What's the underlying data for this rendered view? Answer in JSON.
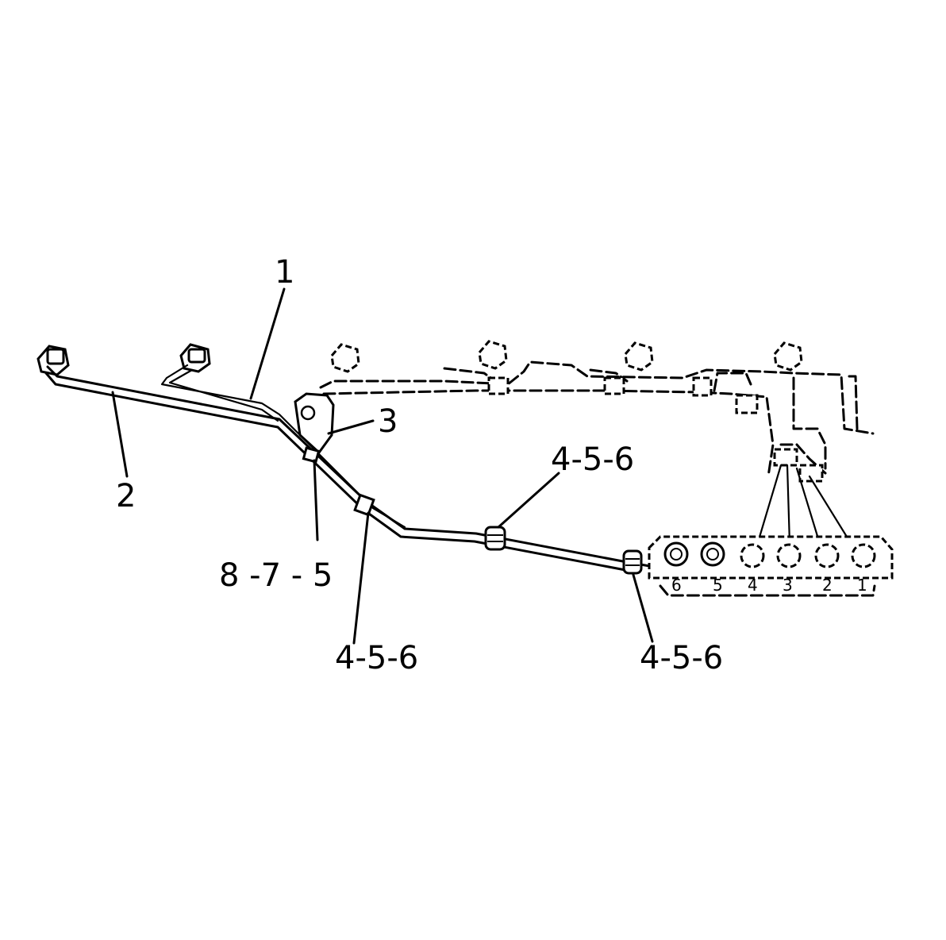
{
  "callouts": {
    "c1": "1",
    "c2": "2",
    "c3": "3",
    "c456_top": "4-5-6",
    "c875": "8 -7 - 5",
    "c456_left": "4-5-6",
    "c456_right": "4-5-6"
  },
  "ports": [
    "6",
    "5",
    "4",
    "3",
    "2",
    "1"
  ]
}
